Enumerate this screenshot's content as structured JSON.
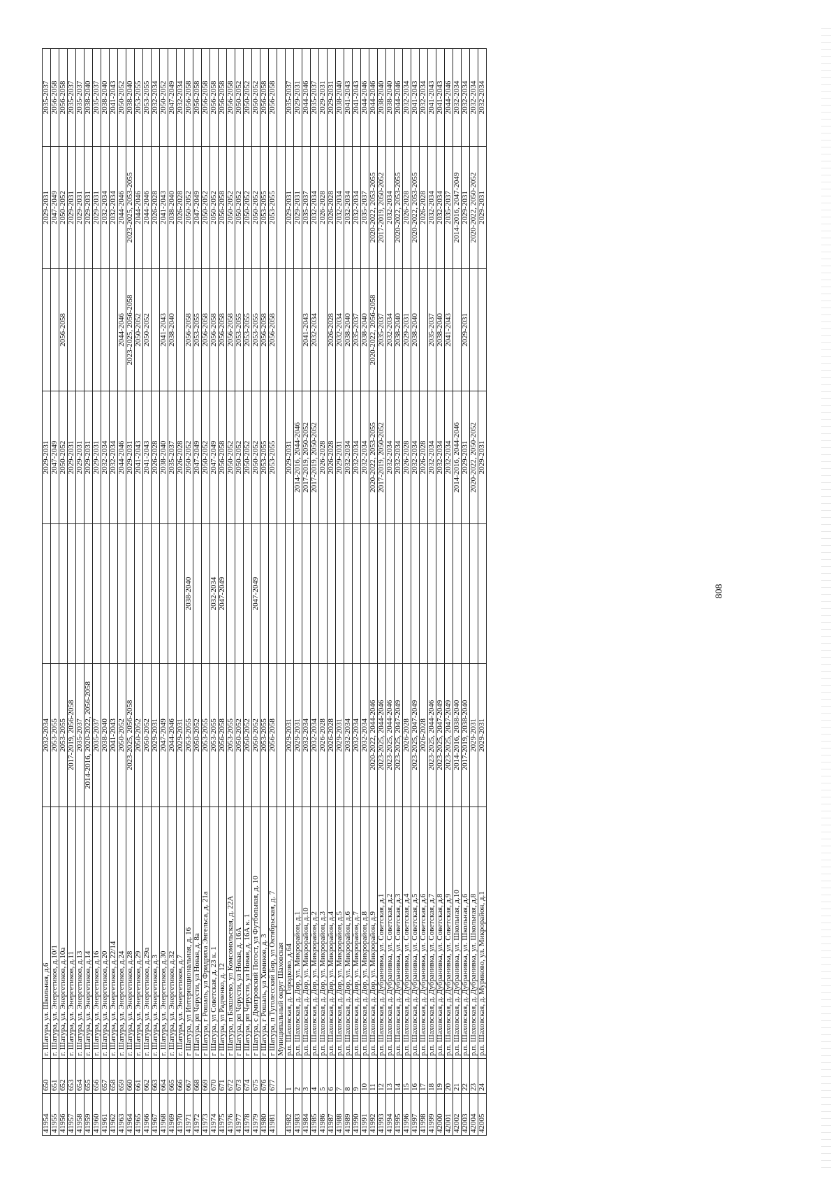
{
  "page_number": "808",
  "columns": [
    "row_number",
    "number",
    "address",
    "p1",
    "p2",
    "p3",
    "p4",
    "p5",
    "p6"
  ],
  "rows": [
    [
      "41954",
      "650",
      "г. Шатура, ул. Школьная, д.6",
      "2032-2034",
      "",
      "2029-2031",
      "",
      "2029-2031",
      "2035-2037"
    ],
    [
      "41955",
      "651",
      "г. Шатура, ул. Энергетиков, д.10/1",
      "2053-2055",
      "",
      "2047-2049",
      "",
      "2047-2049",
      "2056-2058"
    ],
    [
      "41956",
      "652",
      "г. Шатура, ул. Энергетиков, д.10а",
      "2053-2055",
      "",
      "2050-2052",
      "2056-2058",
      "2050-2052",
      "2056-2058"
    ],
    [
      "41957",
      "653",
      "г. Шатура, ул. Энергетиков, д.11",
      "2017-2019, 2056-2058",
      "",
      "2029-2031",
      "",
      "2029-2031",
      "2035-2037"
    ],
    [
      "41958",
      "654",
      "г. Шатура, ул. Энергетиков, д.13",
      "2035-2037",
      "",
      "2029-2031",
      "",
      "2029-2031",
      "2035-2037"
    ],
    [
      "41959",
      "655",
      "г. Шатура, ул. Энергетиков, д.14",
      "2014-2016, 2020-2022, 2056-2058",
      "",
      "2029-2031",
      "",
      "2029-2031",
      "2038-2040"
    ],
    [
      "41960",
      "656",
      "г. Шатура, ул. Энергетиков, д.16",
      "2035-2037",
      "",
      "2029-2031",
      "",
      "2029-2031",
      "2035-2037"
    ],
    [
      "41961",
      "657",
      "г. Шатура, ул. Энергетиков, д.20",
      "2038-2040",
      "",
      "2032-2034",
      "",
      "2032-2034",
      "2038-2040"
    ],
    [
      "41962",
      "658",
      "г. Шатура, ул. Энергетиков, д.22/14",
      "2041-2043",
      "",
      "2032-2034",
      "",
      "2032-2034",
      "2041-2043"
    ],
    [
      "41963",
      "659",
      "г. Шатура, ул. Энергетиков, д.24",
      "2050-2052",
      "",
      "2044-2046",
      "2044-2046",
      "2044-2046",
      "2050-2052"
    ],
    [
      "41964",
      "660",
      "г. Шатура, ул. Энергетиков, д.28",
      "2023-2025, 2056-2058",
      "",
      "2029-2031",
      "2023-2025, 2056-2058",
      "2023-2025, 2053-2055",
      "2038-2040"
    ],
    [
      "41965",
      "661",
      "г. Шатура, ул. Энергетиков, д.29",
      "2050-2052",
      "",
      "2041-2043",
      "2050-2052",
      "2044-2046",
      "2053-2055"
    ],
    [
      "41966",
      "662",
      "г. Шатура, ул. Энергетиков, д.29а",
      "2050-2052",
      "",
      "2041-2043",
      "2050-2052",
      "2044-2046",
      "2053-2055"
    ],
    [
      "41967",
      "663",
      "г. Шатура, ул. Энергетиков, д.3",
      "2029-2031",
      "",
      "2026-2028",
      "",
      "2026-2028",
      "2032-2034"
    ],
    [
      "41968",
      "664",
      "г. Шатура, ул. Энергетиков, д.30",
      "2047-2049",
      "",
      "2038-2040",
      "2041-2043",
      "2041-2043",
      "2050-2052"
    ],
    [
      "41969",
      "665",
      "г. Шатура, ул. Энергетиков, д.32",
      "2044-2046",
      "",
      "2035-2037",
      "2038-2040",
      "2038-2040",
      "2047-2049"
    ],
    [
      "41970",
      "666",
      "г. Шатура, ул. Энергетиков, д.7",
      "2029-2031",
      "",
      "2026-2028",
      "",
      "2026-2028",
      "2032-2034"
    ],
    [
      "41971",
      "667",
      "г Шатура, ул Интернациональная, д. 16",
      "2053-2055",
      "2038-2040",
      "2050-2052",
      "2056-2058",
      "2050-2052",
      "2056-2058"
    ],
    [
      "41972",
      "668",
      "г Шатура, рп Черусти, ул Новая, д. 8а",
      "2050-2052",
      "",
      "2047-2049",
      "2053-2055",
      "2047-2049",
      "2056-2058"
    ],
    [
      "41973",
      "669",
      "г Шатура, г Рошаль, ул Фридриха Энгельса, д. 21а",
      "2053-2055",
      "",
      "2050-2052",
      "2056-2058",
      "2050-2052",
      "2056-2058"
    ],
    [
      "41974",
      "670",
      "г Шатура, ул Советская, д. 23 к. 1",
      "2053-2055",
      "2032-2034",
      "2047-2049",
      "2056-2058",
      "2050-2052",
      "2056-2058"
    ],
    [
      "41975",
      "671",
      "г Шатура, ул Радченко, д. 12",
      "2056-2058",
      "2047-2049",
      "2056-2058",
      "2056-2058",
      "2056-2058",
      "2056-2058"
    ],
    [
      "41976",
      "672",
      "г Шатура, п Бакшеево, ул Комсомольская, д. 22А",
      "2053-2055",
      "",
      "2050-2052",
      "2056-2058",
      "2050-2052",
      "2056-2058"
    ],
    [
      "41977",
      "673",
      "г Шатура, рп Черусти, ул Новая, д. 16А",
      "2050-2052",
      "",
      "2050-2052",
      "2053-2055",
      "2050-2052",
      "2050-2052"
    ],
    [
      "41978",
      "674",
      "г Шатура, рп Черусти, ул Новая, д. 16А к. 1",
      "2050-2052",
      "",
      "2050-2052",
      "2053-2055",
      "2050-2052",
      "2050-2052"
    ],
    [
      "41979",
      "675",
      "г Шатура, с Дмитровский Погост, ул Футбольная, д. 10",
      "2050-2052",
      "2047-2049",
      "2050-2052",
      "2053-2055",
      "2050-2052",
      "2050-2052"
    ],
    [
      "41980",
      "676",
      "г Шатура, г Рошаль, ул Химиков, д. 3",
      "2053-2055",
      "",
      "2053-2055",
      "2056-2058",
      "2053-2055",
      "2056-2058"
    ],
    [
      "41981",
      "677",
      "г Шатура, п Туголесский Бор, ул Октябрьская, д. 7",
      "2056-2058",
      "",
      "2053-2055",
      "2056-2058",
      "2053-2055",
      "2056-2058"
    ],
    [
      "",
      "",
      "Муниципальный округ Шаховская",
      "",
      "",
      "",
      "",
      "",
      ""
    ],
    [
      "41982",
      "1",
      "р.п. Шаховская, д. Городково, д.64",
      "2029-2031",
      "",
      "2029-2031",
      "",
      "2029-2031",
      "2035-2037"
    ],
    [
      "41983",
      "2",
      "р.п. Шаховская, д. Дор, ул. Микрорайон, д.1",
      "2029-2031",
      "",
      "2014-2016, 2044-2046",
      "",
      "2029-2031",
      "2029-2031"
    ],
    [
      "41984",
      "3",
      "р.п. Шаховская, д. Дор, ул. Микрорайон, д.10",
      "2032-2034",
      "",
      "2017-2019, 2050-2052",
      "2041-2043",
      "2035-2037",
      "2044-2046"
    ],
    [
      "41985",
      "4",
      "р.п. Шаховская, д. Дор, ул. Микрорайон, д.2",
      "2032-2034",
      "",
      "2017-2019, 2050-2052",
      "2032-2034",
      "2032-2034",
      "2035-2037"
    ],
    [
      "41986",
      "5",
      "р.п. Шаховская, д. Дор, ул. Микрорайон, д.3",
      "2026-2028",
      "",
      "2026-2028",
      "",
      "2026-2028",
      "2029-2031"
    ],
    [
      "41987",
      "6",
      "р.п. Шаховская, д. Дор, ул. Микрорайон, д.4",
      "2026-2028",
      "",
      "2026-2028",
      "2026-2028",
      "2026-2028",
      "2029-2031"
    ],
    [
      "41988",
      "7",
      "р.п. Шаховская, д. Дор, ул. Микрорайон, д.5",
      "2029-2031",
      "",
      "2029-2031",
      "2032-2034",
      "2032-2034",
      "2038-2040"
    ],
    [
      "41989",
      "8",
      "р.п. Шаховская, д. Дор, ул. Микрорайон, д.6",
      "2032-2034",
      "",
      "2032-2034",
      "2038-2040",
      "2032-2034",
      "2041-2043"
    ],
    [
      "41990",
      "9",
      "р.п. Шаховская, д. Дор, ул. Микрорайон, д.7",
      "2032-2034",
      "",
      "2032-2034",
      "2035-2037",
      "2032-2034",
      "2041-2043"
    ],
    [
      "41991",
      "10",
      "р.п. Шаховская, д. Дор, ул. Микрорайон, д.8",
      "2032-2034",
      "",
      "2032-2034",
      "2038-2040",
      "2035-2037",
      "2044-2046"
    ],
    [
      "41992",
      "11",
      "р.п. Шаховская, д. Дор, ул. Микрорайон, д.9",
      "2020-2022, 2044-2046",
      "",
      "2020-2022, 2053-2055",
      "2020-2022, 2056-2058",
      "2020-2022, 2053-2055",
      "2044-2046"
    ],
    [
      "41993",
      "12",
      "р.п. Шаховская, д. Дубранивка, ул. Советская, д.1",
      "2023-2025, 2044-2046",
      "",
      "2017-2019, 2050-2052",
      "2035-2037",
      "2017-2019, 2050-2052",
      "2038-2040"
    ],
    [
      "41994",
      "13",
      "р.п. Шаховская, д. Дубранивка, ул. Советская, д.2",
      "2023-2025, 2044-2046",
      "",
      "2032-2034",
      "2032-2034",
      "2032-2034",
      "2038-2040"
    ],
    [
      "41995",
      "14",
      "р.п. Шаховская, д. Дубранивка, ул. Советская, д.3",
      "2023-2025, 2047-2049",
      "",
      "2032-2034",
      "2038-2040",
      "2020-2022, 2053-2055",
      "2044-2046"
    ],
    [
      "41996",
      "15",
      "р.п. Шаховская, д. Дубранивка, ул. Советская, д.4",
      "2026-2028",
      "",
      "2026-2028",
      "2029-2031",
      "2026-2028",
      "2032-2034"
    ],
    [
      "41997",
      "16",
      "р.п. Шаховская, д. Дубранивка, ул. Советская, д.5",
      "2023-2025, 2047-2049",
      "",
      "2032-2034",
      "2038-2040",
      "2020-2022, 2053-2055",
      "2041-2043"
    ],
    [
      "41998",
      "17",
      "р.п. Шаховская, д. Дубранивка, ул. Советская, д.6",
      "2026-2028",
      "",
      "2026-2028",
      "",
      "2026-2028",
      "2032-2034"
    ],
    [
      "41999",
      "18",
      "р.п. Шаховская, д. Дубранивка, ул. Советская, д.7",
      "2023-2025, 2044-2046",
      "",
      "2032-2034",
      "2035-2037",
      "2032-2034",
      "2041-2043"
    ],
    [
      "42000",
      "19",
      "р.п. Шаховская, д. Дубранивка, ул. Советская, д.8",
      "2023-2025, 2047-2049",
      "",
      "2032-2034",
      "2038-2040",
      "2032-2034",
      "2041-2043"
    ],
    [
      "42001",
      "20",
      "р.п. Шаховская, д. Дубранивка, ул. Советская, д.9",
      "2023-2025, 2047-2049",
      "",
      "2032-2034",
      "2041-2043",
      "2035-2037",
      "2044-2046"
    ],
    [
      "42002",
      "21",
      "р.п. Шаховская, д. Дубранивка, ул. Школьная, д.10",
      "2014-2016, 2038-2040",
      "",
      "2014-2016, 2044-2046",
      "",
      "2014-2016, 2047-2049",
      "2032-2034"
    ],
    [
      "42003",
      "22",
      "р.п. Шаховская, д. Дубранивка, ул. Школьная, д.6",
      "2017-2019, 2038-2040",
      "",
      "2029-2031",
      "2029-2031",
      "2029-2031",
      "2032-2034"
    ],
    [
      "42004",
      "23",
      "р.п. Шаховская, д. Дубранивка, ул. Школьная, д.8",
      "2029-2031",
      "",
      "2020-2022, 2050-2052",
      "",
      "2020-2022, 2050-2052",
      "2032-2034"
    ],
    [
      "42005",
      "24",
      "р.п. Шаховская, д. Муриково, ул. Микрорайон, д.1",
      "2029-2031",
      "",
      "2029-2031",
      "",
      "2029-2031",
      "2032-2034"
    ]
  ]
}
